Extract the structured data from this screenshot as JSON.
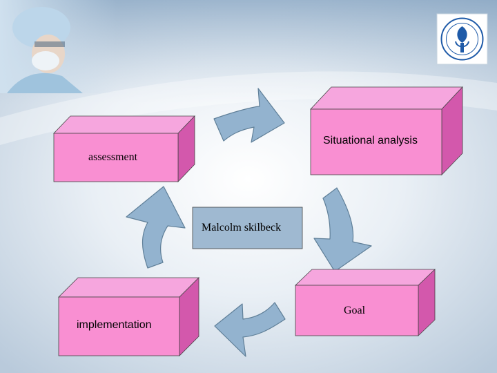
{
  "diagram": {
    "center_label": "Malcolm skilbeck",
    "boxes": {
      "situational": "Situational analysis",
      "goal": "Goal",
      "implementation": "implementation",
      "assessment": "assessment"
    }
  },
  "colors": {
    "box_front": "#f98fd2",
    "box_top": "#f6a6de",
    "box_side": "#d358ac",
    "arrow_fill": "#93b3cf",
    "center_box": "#9fb9d1",
    "background": "#dce6ef"
  },
  "icons": {
    "photo": "surgeon-photo",
    "logo": "university-seal-logo"
  }
}
